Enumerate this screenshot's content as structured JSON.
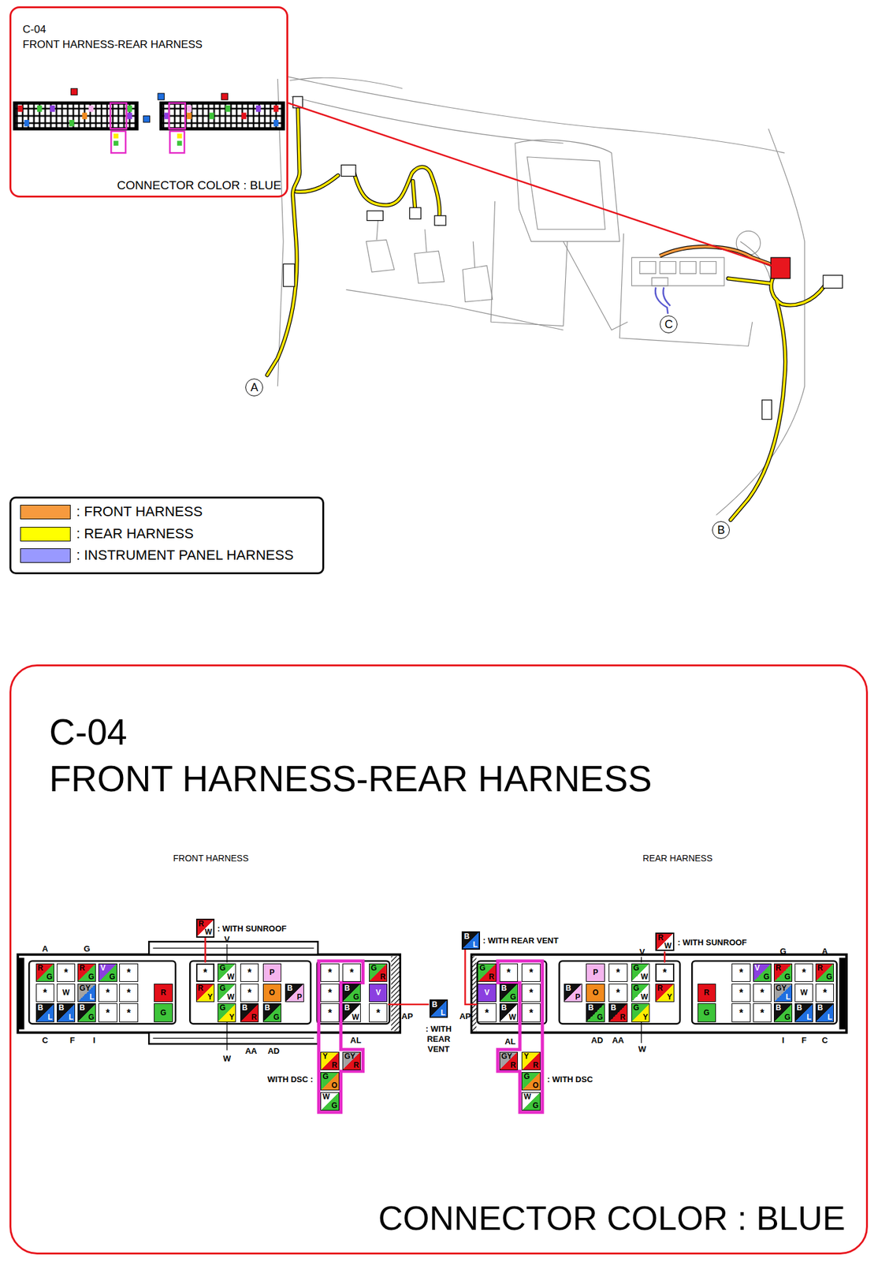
{
  "diagram": {
    "nodes": [
      {
        "text": [
          "C-04",
          "FRONT HARNESS-REAR HARNESS",
          "CONNECTOR COLOR : BLUE"
        ]
      },
      {
        "text": [
          "A"
        ]
      },
      {
        "text": [
          "B"
        ]
      },
      {
        "text": [
          "C"
        ]
      },
      {
        "text": [
          "C-04",
          "FRONT HARNESS-REAR HARNESS",
          "CONNECTOR COLOR : BLUE"
        ]
      }
    ],
    "labels": [
      "FRONT HARNESS",
      "REAR HARNESS",
      "A",
      "G",
      "R",
      "W",
      ": WITH SUNROOF",
      "V",
      "R",
      "G",
      "*",
      "R",
      "G",
      "V",
      "G",
      "*",
      "*",
      "W",
      "GY",
      "L",
      "*",
      "*",
      "R",
      "B",
      "L",
      "B",
      "L",
      "B",
      "G",
      "*",
      "*",
      "G",
      "*",
      "G",
      "W",
      "*",
      "P",
      "R",
      "Y",
      "G",
      "W",
      "*",
      "O",
      "B",
      "P",
      "G",
      "Y",
      "B",
      "R",
      "B",
      "G",
      "*",
      "*",
      "G",
      "R",
      "*",
      "B",
      "G",
      "V",
      "*",
      "B",
      "W",
      "*",
      "C",
      "F",
      "I",
      "W",
      "AA",
      "AD",
      "AL",
      "AP",
      "B",
      "L",
      ": WITH REAR VENT",
      "WITH DSC :",
      "Y",
      "R",
      "GY",
      "R",
      "G",
      "O",
      "W",
      "G",
      "B",
      "L",
      ": WITH REAR VENT",
      "V",
      "R",
      "W",
      ": WITH SUNROOF",
      "G",
      "A",
      "G",
      "R",
      "*",
      "*",
      "V",
      "B",
      "G",
      "*",
      "*",
      "B",
      "W",
      "*",
      "P",
      "*",
      "G",
      "W",
      "*",
      "B",
      "P",
      "O",
      "*",
      "G",
      "W",
      "R",
      "Y",
      "B",
      "G",
      "B",
      "R",
      "G",
      "Y",
      "*",
      "V",
      "G",
      "R",
      "G",
      "*",
      "R",
      "G",
      "R",
      "*",
      "*",
      "GY",
      "L",
      "W",
      "*",
      "G",
      "*",
      "*",
      "B",
      "G",
      "B",
      "L",
      "B",
      "L",
      "AP",
      "AL",
      "AD",
      "AA",
      "W",
      "I",
      "F",
      "C",
      ": WITH DSC",
      "GY",
      "R",
      "Y",
      "R",
      "G",
      "O",
      "W",
      "G"
    ],
    "legend": [
      {
        "text": ": FRONT HARNESS",
        "color": "#f79a3e"
      },
      {
        "text": ": REAR HARNESS",
        "color": "#ffff00"
      },
      {
        "text": ": INSTRUMENT PANEL HARNESS",
        "color": "#9999ff"
      }
    ]
  }
}
